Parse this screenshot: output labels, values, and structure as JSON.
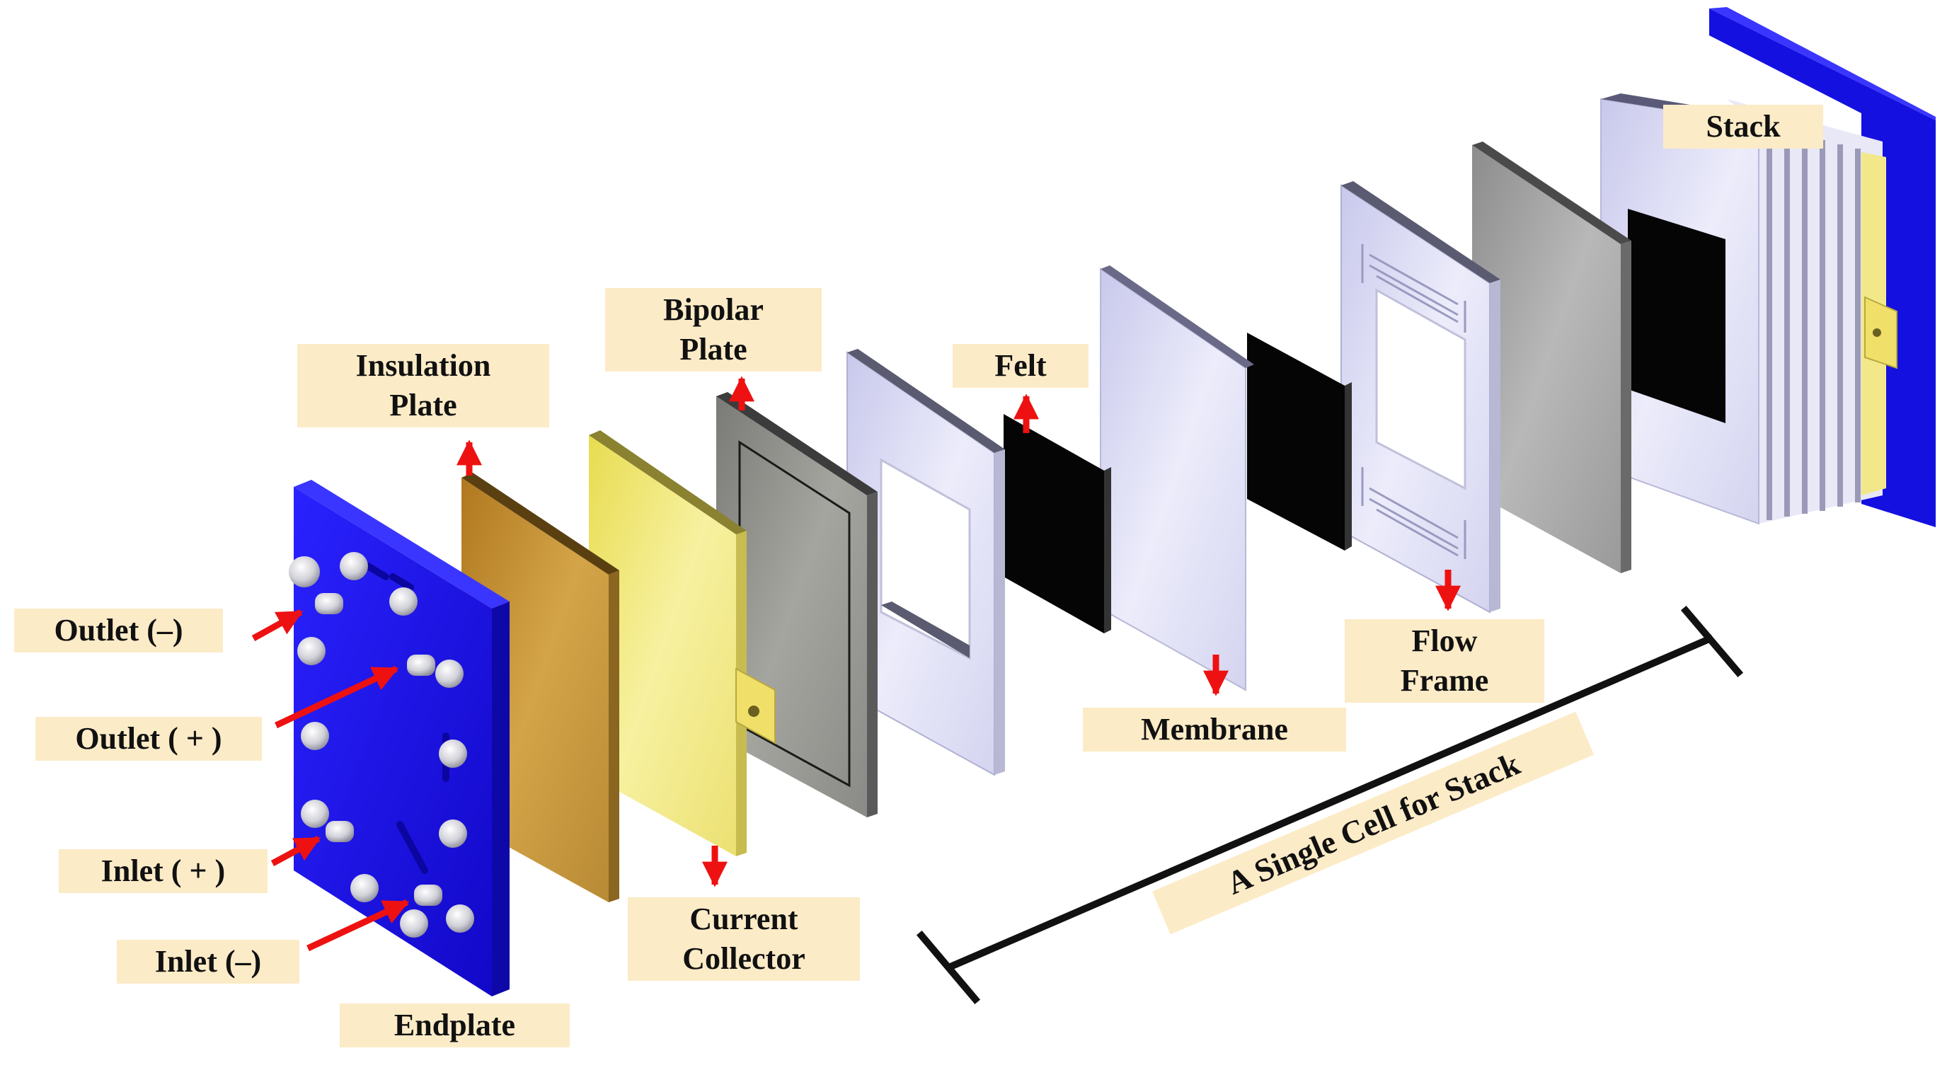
{
  "labels": {
    "outlet_neg": "Outlet (–)",
    "outlet_pos": "Outlet ( + )",
    "inlet_pos": "Inlet ( + )",
    "inlet_neg": "Inlet (–)",
    "endplate": "Endplate",
    "insulation_plate": [
      "Insulation",
      "Plate"
    ],
    "bipolar_plate": [
      "Bipolar",
      "Plate"
    ],
    "current_collector": [
      "Current",
      "Collector"
    ],
    "felt": "Felt",
    "membrane": "Membrane",
    "flow_frame": [
      "Flow",
      "Frame"
    ],
    "stack": "Stack",
    "single_cell": "A Single Cell for Stack"
  },
  "colors": {
    "endplate": "#1a14e8",
    "insulation_plate": "#c99a3e",
    "current_collector": "#f0e878",
    "bipolar_plate": "#8f8f8a",
    "frame": "#d8d8f0",
    "felt": "#050505",
    "stack_end": "#1410e0",
    "label_bg": "#fcebc7",
    "arrow": "#ee1111"
  }
}
